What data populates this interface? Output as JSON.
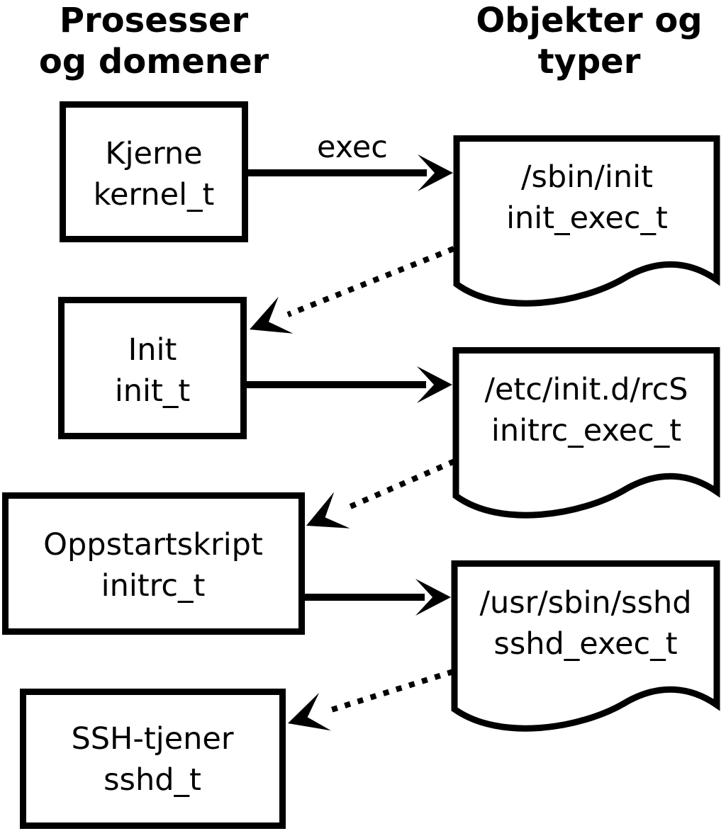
{
  "diagram": {
    "title_columns": {
      "left": {
        "line1": "Prosesser",
        "line2": "og domener"
      },
      "right": {
        "line1": "Objekter og",
        "line2": "typer"
      }
    },
    "processes": [
      {
        "name": "Kjerne",
        "type": "kernel_t"
      },
      {
        "name": "Init",
        "type": "init_t"
      },
      {
        "name": "Oppstartskript",
        "type": "initrc_t"
      },
      {
        "name": "SSH-tjener",
        "type": "sshd_t"
      }
    ],
    "objects": [
      {
        "path": "/sbin/init",
        "type": "init_exec_t"
      },
      {
        "path": "/etc/init.d/rcS",
        "type": "initrc_exec_t"
      },
      {
        "path": "/usr/sbin/sshd",
        "type": "sshd_exec_t"
      }
    ],
    "edges": {
      "exec_label": "exec",
      "solid_arrows": [
        {
          "from": "kernel_t",
          "to": "init_exec_t"
        },
        {
          "from": "init_t",
          "to": "initrc_exec_t"
        },
        {
          "from": "initrc_t",
          "to": "sshd_exec_t"
        }
      ],
      "dotted_arrows": [
        {
          "from": "init_exec_t",
          "to": "init_t"
        },
        {
          "from": "initrc_exec_t",
          "to": "initrc_t"
        },
        {
          "from": "sshd_exec_t",
          "to": "sshd_t"
        }
      ]
    },
    "colors": {
      "foreground": "#000000",
      "background": "#ffffff"
    }
  }
}
